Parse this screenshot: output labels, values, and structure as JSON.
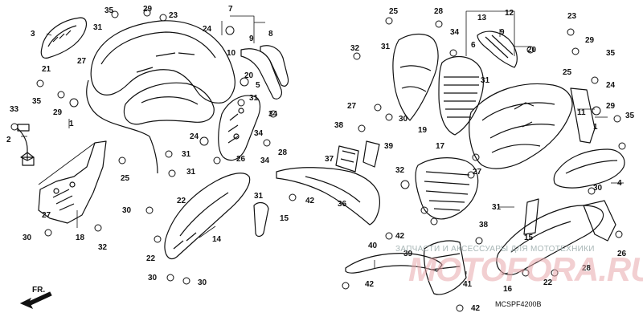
{
  "diagram": {
    "code": "MCSPF4200B",
    "direction_label": "FR.",
    "watermark_text": "ЗАПЧАСТИ И АКСЕССУАРЫ ДЛЯ МОТОТЕХНИКИ",
    "watermark_logo": "MOTOFORA.RU",
    "callouts": [
      "1",
      "2",
      "3",
      "4",
      "5",
      "6",
      "7",
      "8",
      "9",
      "10",
      "11",
      "12",
      "13",
      "14",
      "15",
      "16",
      "17",
      "18",
      "19",
      "20",
      "21",
      "22",
      "23",
      "24",
      "25",
      "26",
      "27",
      "28",
      "29",
      "30",
      "31",
      "32",
      "33",
      "34",
      "35",
      "36",
      "37",
      "38",
      "39",
      "40",
      "41",
      "42"
    ]
  }
}
